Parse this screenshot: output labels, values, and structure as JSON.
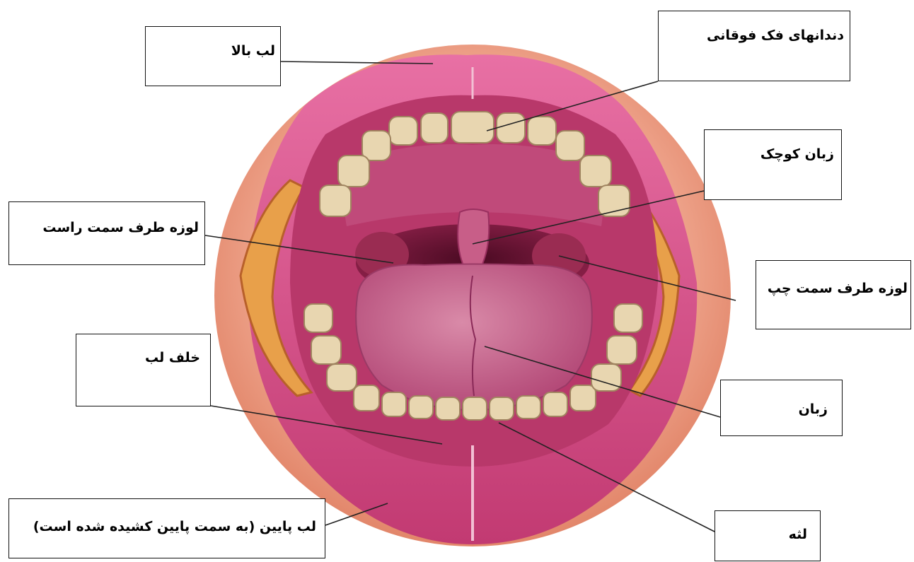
{
  "figure": {
    "labels": {
      "upper_lip": "لب بالا",
      "upper_teeth": "دندانهای فک فوقانی",
      "uvula": "زبان کوچک",
      "right_tonsil": "لوزه طرف سمت راست",
      "left_tonsil": "لوزه طرف سمت چپ",
      "behind_lip": "خلف لب",
      "tongue": "زبان",
      "lower_lip": "لب پایین (به سمت پایین کشیده شده است)",
      "gum": "لثه"
    },
    "colors": {
      "skin": "#f0a890",
      "lip": "#d84f8c",
      "mouth_inner": "#a8305a",
      "throat": "#6a1432",
      "tongue": "#c75a86",
      "teeth": "#e8d6b0",
      "leader_line": "#222222"
    }
  }
}
